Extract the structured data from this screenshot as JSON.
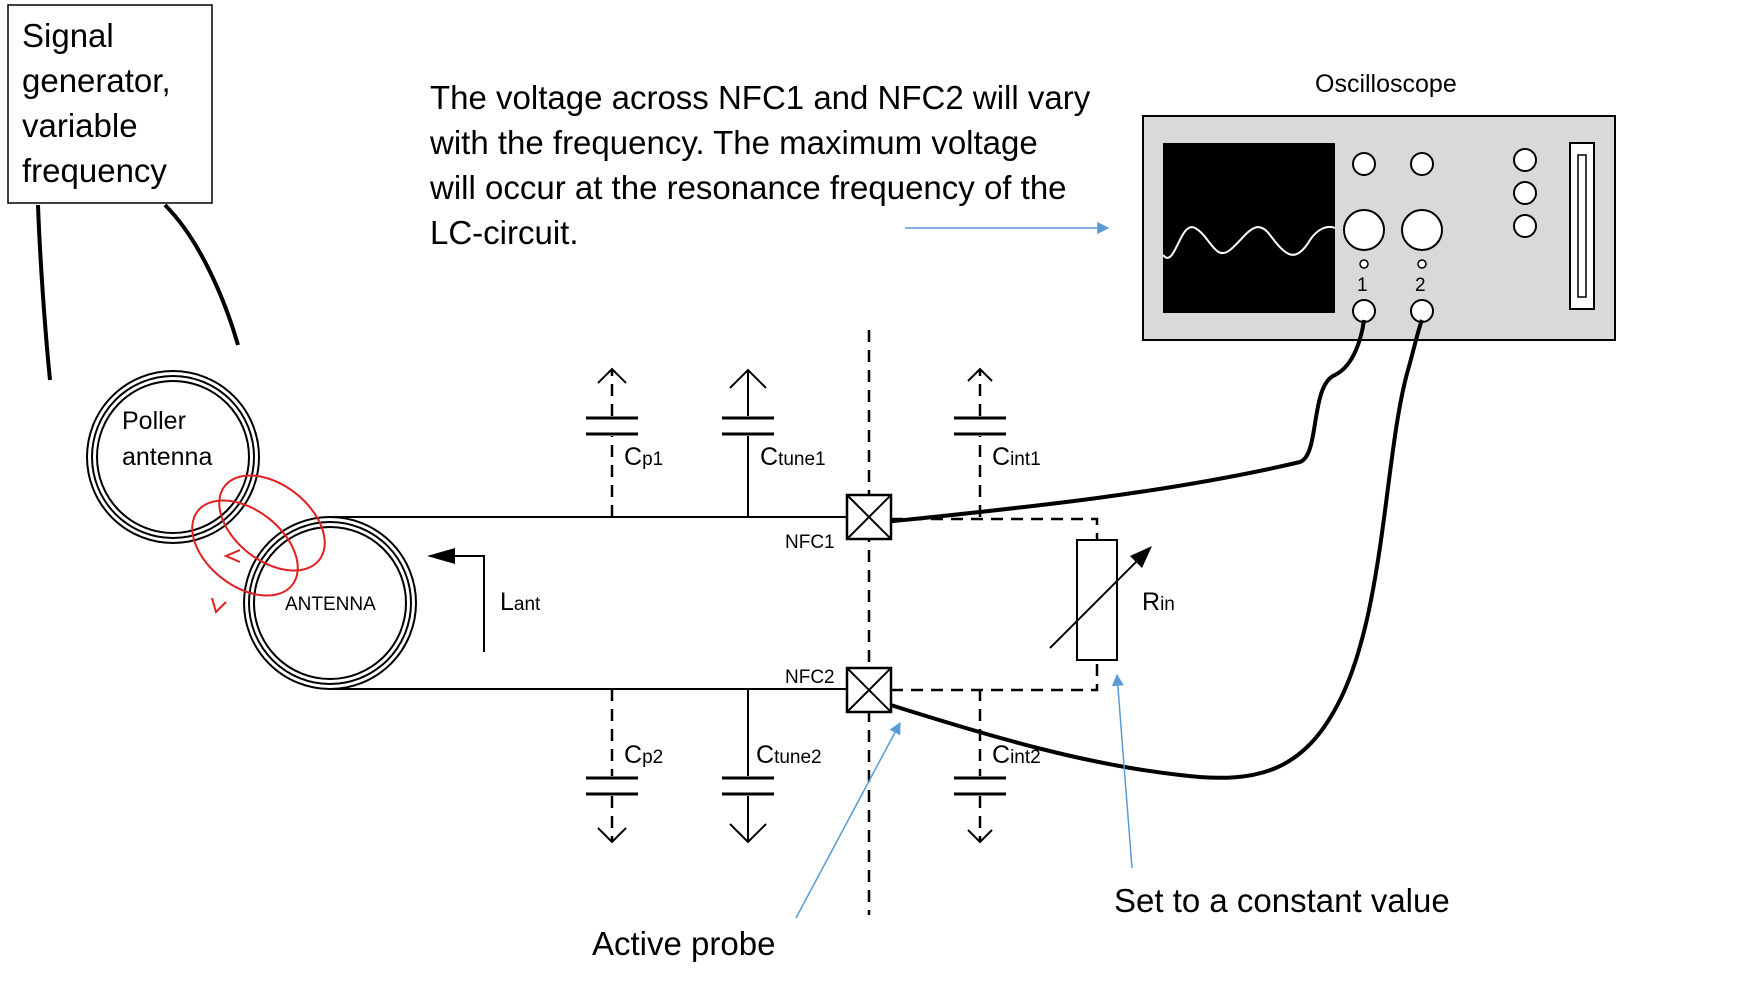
{
  "signal_generator": {
    "lines": [
      "Signal",
      "generator,",
      "variable",
      "frequency"
    ]
  },
  "description": {
    "lines": [
      "The voltage across NFC1 and NFC2 will vary",
      "with the frequency. The maximum voltage",
      "will occur at the resonance frequency of the",
      "LC-circuit."
    ]
  },
  "oscilloscope": {
    "title": "Oscilloscope",
    "channel1": "1",
    "channel2": "2"
  },
  "poller_antenna": {
    "line1": "Poller",
    "line2": "antenna"
  },
  "antenna": {
    "label": "ANTENNA"
  },
  "inductor": {
    "main": "L",
    "sub": "ant"
  },
  "resistor": {
    "main": "R",
    "sub": "in"
  },
  "capacitors": {
    "cp1": {
      "main": "C",
      "sub": "p1"
    },
    "ctune1": {
      "main": "C",
      "sub": "tune1"
    },
    "cint1": {
      "main": "C",
      "sub": "int1"
    },
    "cp2": {
      "main": "C",
      "sub": "p2"
    },
    "ctune2": {
      "main": "C",
      "sub": "tune2"
    },
    "cint2": {
      "main": "C",
      "sub": "int2"
    }
  },
  "nodes": {
    "nfc1": "NFC1",
    "nfc2": "NFC2"
  },
  "annotations": {
    "active_probe": "Active probe",
    "set_constant": "Set to a constant value"
  }
}
